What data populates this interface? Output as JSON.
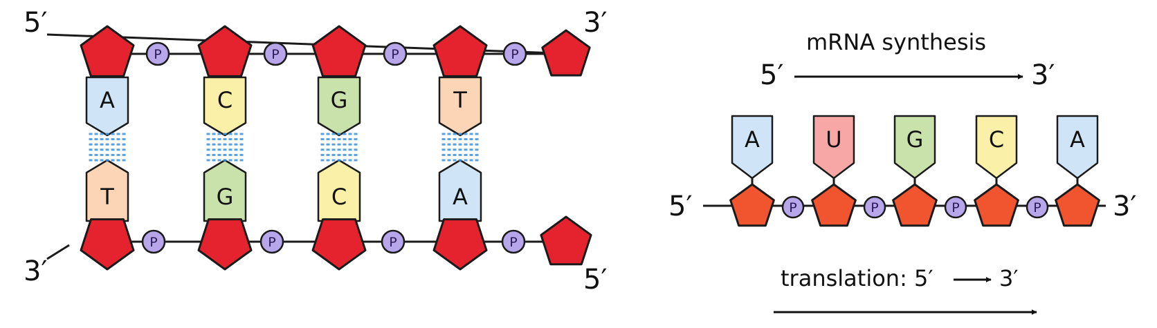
{
  "colors": {
    "dna_sugar": "#e5232f",
    "rna_sugar": "#f05530",
    "phosphate": "#b7a6ea",
    "outline": "#1a1a1a",
    "hbond": "#3b8fd9",
    "A": "#cfe4f7",
    "T": "#fbd5b5",
    "G": "#c9e2ac",
    "C": "#fbf0a8",
    "U": "#f7a8a6"
  },
  "dna": {
    "top_left_end": "5′",
    "top_right_end": "3′",
    "bottom_left_end": "3′",
    "bottom_right_end": "5′",
    "top_bases": [
      "A",
      "C",
      "G",
      "T"
    ],
    "bottom_bases": [
      "T",
      "G",
      "C",
      "A"
    ],
    "phosphate_label": "P"
  },
  "mrna": {
    "synthesis_label": "mRNA synthesis",
    "synthesis_from": "5′",
    "synthesis_to": "3′",
    "left_end": "5′",
    "right_end": "3′",
    "bases": [
      "A",
      "U",
      "G",
      "C",
      "A"
    ],
    "phosphate_label": "P",
    "translation_label": "translation: 5′",
    "translation_to": "3′"
  }
}
